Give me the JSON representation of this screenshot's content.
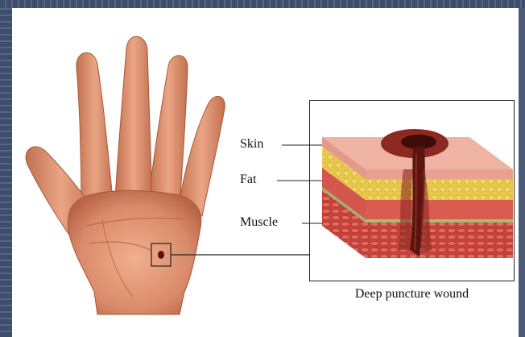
{
  "labels": {
    "skin": "Skin",
    "fat": "Fat",
    "muscle": "Muscle"
  },
  "caption": "Deep puncture wound",
  "colors": {
    "frame": "#4a5a78",
    "skin_hand": "#d98a6a",
    "skin_layer": "#e9a08f",
    "fat_layer": "#e8c84a",
    "muscle_layer": "#c8413a",
    "wound": "#5a1410"
  }
}
